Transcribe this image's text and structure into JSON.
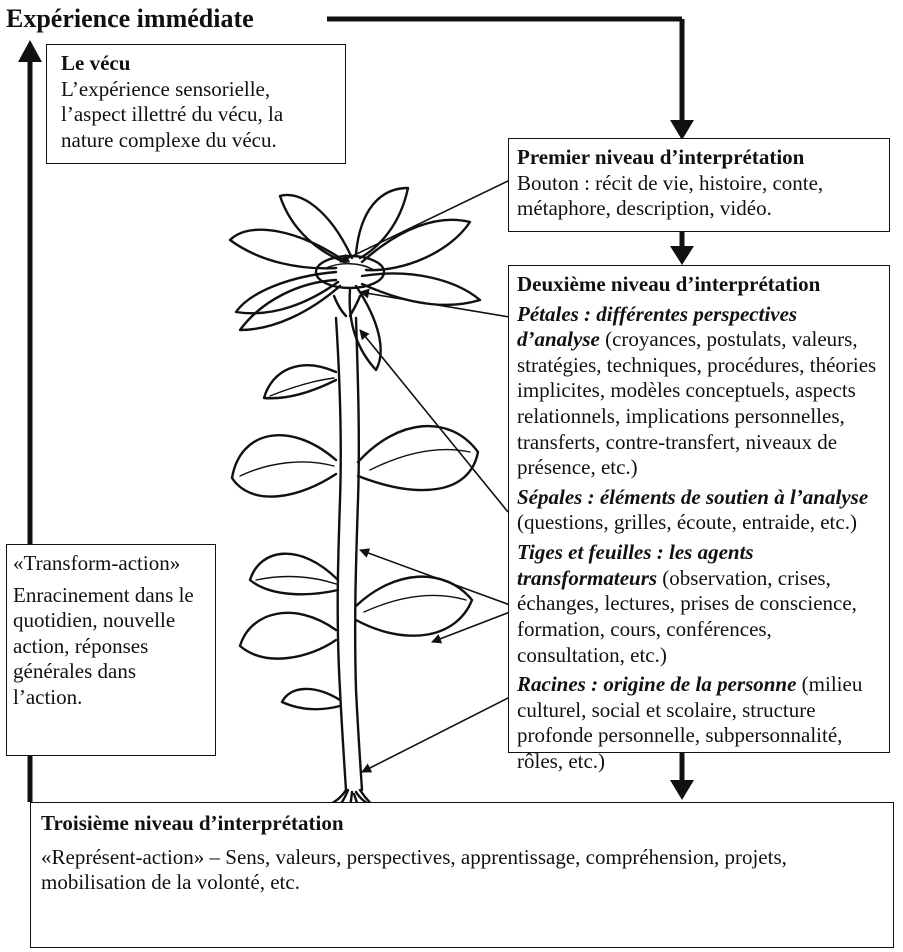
{
  "title": "Expérience immédiate",
  "vecu": {
    "heading": "Le vécu",
    "text": "L’expérience sensorielle, l’aspect illettré du vécu, la nature complexe du vécu."
  },
  "niveau1": {
    "heading": "Premier niveau d’interprétation",
    "text": "Bouton : récit de vie, histoire, conte, métaphore, description, vidéo."
  },
  "niveau2": {
    "heading": "Deuxième niveau d’interprétation",
    "petales": {
      "label": "Pétales : différentes perspectives d’analyse",
      "text": " (croyances, postulats, valeurs, stratégies, techniques, procédures, théories implicites, modèles conceptuels, aspects relationnels, implications personnelles, transferts, contre-transfert, niveaux de présence, etc.)"
    },
    "sepales": {
      "label": "Sépales : éléments de soutien à l’analyse",
      "text": " (questions, grilles, écoute, entraide, etc.)"
    },
    "tiges": {
      "label": "Tiges et feuilles : les agents transformateurs",
      "text": " (observation, crises, échanges, lectures, prises de conscience, formation, cours, conférences, consultation, etc.)"
    },
    "racines": {
      "label": "Racines : origine de la personne",
      "text": " (milieu culturel, social et scolaire, structure profonde personnelle, subpersonnalité, rôles, etc.)"
    }
  },
  "transform": {
    "quote": "«Transform-action»",
    "text": "Enracinement dans le quotidien, nouvelle action, réponses générales dans l’action."
  },
  "niveau3": {
    "heading": "Troisième niveau d’interprétation",
    "text": "«Représent-action» – Sens, valeurs, perspectives, apprentissage, compréhension, projets, mobilisation de la volonté, etc."
  }
}
